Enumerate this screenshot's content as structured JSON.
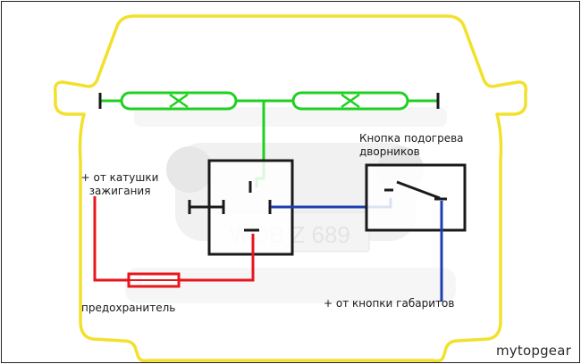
{
  "labels": {
    "button_title": "Кнопка подогрева",
    "button_title_2": "дворников",
    "ignition": "+ от катушки",
    "ignition_2": "зажигания",
    "fuse": "предохранитель",
    "parking_lights": "+ от кнопки габаритов"
  },
  "plate_text": "WOB Z 689",
  "watermark": "mytopgear",
  "colors": {
    "car_outline": "#f2e12c",
    "heater_wire": "#1fd11f",
    "ignition_wire": "#e8151b",
    "control_wire": "#1c3fb0",
    "component": "#1a1a1a",
    "background_car": "#d9d9d9"
  }
}
